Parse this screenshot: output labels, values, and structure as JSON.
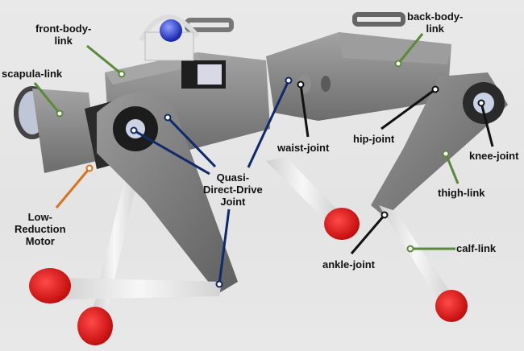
{
  "figure": {
    "subject": "Quadruped robot with labeled links and joints",
    "colors": {
      "link": "#5a8a3a",
      "joint": "#111111",
      "qdd": "#0e2a6b",
      "motor": "#d9731e",
      "foot": "#e11b1b",
      "body": "#8a8a8a"
    }
  },
  "labels": {
    "front_body_link": "front-body-\nlink",
    "scapula_link": "scapula-link",
    "back_body_link": "back-body-\nlink",
    "waist_joint": "waist-joint",
    "hip_joint": "hip-joint",
    "knee_joint": "knee-joint",
    "thigh_link": "thigh-link",
    "calf_link": "calf-link",
    "ankle_joint": "ankle-joint",
    "qdd_joint": "Quasi-\nDirect-Drive\nJoint",
    "low_reduction_motor": "Low-\nReduction\nMotor"
  }
}
